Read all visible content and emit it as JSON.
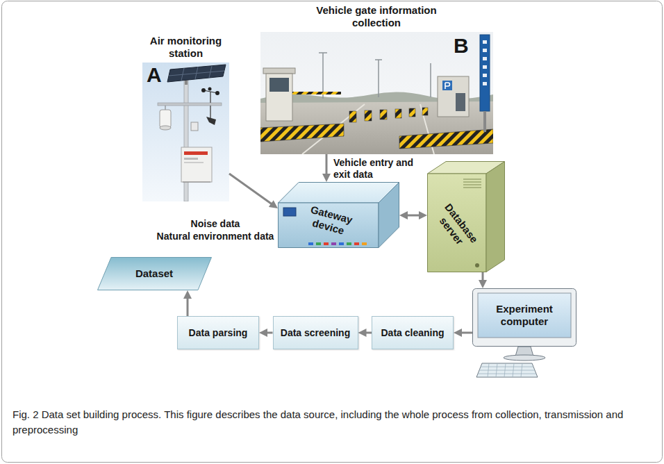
{
  "diagram": {
    "caption": "Fig. 2 Data set building process. This figure describes the data source, including the whole process from collection, transmission and preprocessing",
    "nodes": [
      {
        "text": [
          "Air monitoring station",
          "A"
        ]
      },
      {
        "text": [
          "Vehicle gate information collection",
          "B"
        ]
      },
      {
        "text": [
          "Gateway device"
        ]
      },
      {
        "text": [
          "Database server"
        ]
      },
      {
        "text": [
          "Experiment computer"
        ]
      },
      {
        "text": [
          "Data cleaning"
        ]
      },
      {
        "text": [
          "Data screening"
        ]
      },
      {
        "text": [
          "Data parsing"
        ]
      },
      {
        "text": [
          "Dataset"
        ]
      }
    ],
    "edges": [
      {
        "from": 0,
        "to": 2,
        "arrow": "to"
      },
      {
        "from": 1,
        "to": 2,
        "label": "Vehicle entry and exit data",
        "arrow": "to"
      },
      {
        "from": 2,
        "to": 3,
        "arrow": "both"
      },
      {
        "from": 3,
        "to": 4,
        "arrow": "to"
      },
      {
        "from": 4,
        "to": 5,
        "arrow": "to"
      },
      {
        "from": 5,
        "to": 6,
        "arrow": "to"
      },
      {
        "from": 6,
        "to": 7,
        "arrow": "to"
      },
      {
        "from": 7,
        "to": 8,
        "arrow": "to"
      }
    ],
    "labels": [
      "Noise data",
      "Natural environment data"
    ]
  }
}
